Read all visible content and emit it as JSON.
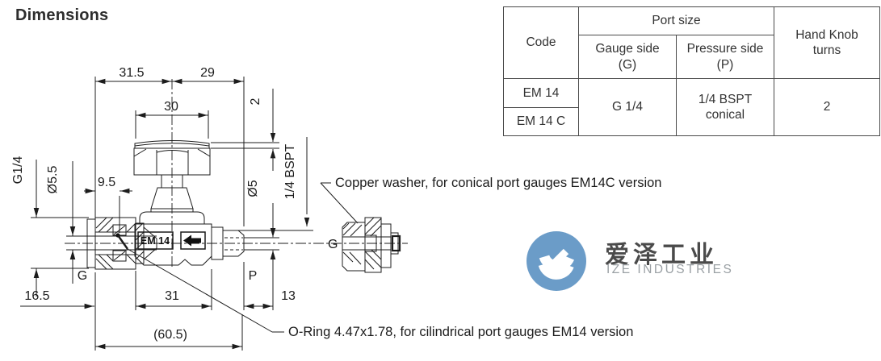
{
  "title": "Dimensions",
  "drawing": {
    "dimensions": {
      "d31_5": "31.5",
      "d29": "29",
      "d30": "30",
      "d2": "2",
      "g_thread": "G1/4",
      "gauge_bore": "Ø5.5",
      "d9_5": "9.5",
      "port_bore": "Ø5",
      "port_thread": "1/4 BSPT",
      "d16_5": "16.5",
      "d31": "31",
      "d13": "13",
      "overall": "(60.5)"
    },
    "labels": {
      "gauge_port": "G",
      "pressure_port": "P",
      "detail_port": "G",
      "model": "EM 14"
    },
    "annotations": {
      "copper_washer": "Copper washer, for conical port gauges EM14C version",
      "o_ring": "O-Ring 4.47x1.78, for cilindrical port gauges EM14 version"
    }
  },
  "table": {
    "code_header": "Code",
    "port_size_header": "Port size",
    "gauge_side_header": "Gauge side\n(G)",
    "pressure_side_header": "Pressure side\n(P)",
    "hand_knob_header": "Hand Knob\nturns",
    "rows": {
      "code_1": "EM 14",
      "code_2": "EM 14 C",
      "gauge_value": "G 1/4",
      "pressure_value": "1/4 BSPT\nconical",
      "hand_knob_value": "2"
    }
  },
  "logo": {
    "name_cn": "爱泽工业",
    "name_en": "IZE INDUSTRIES",
    "brand_color": "#6b9cc8"
  }
}
